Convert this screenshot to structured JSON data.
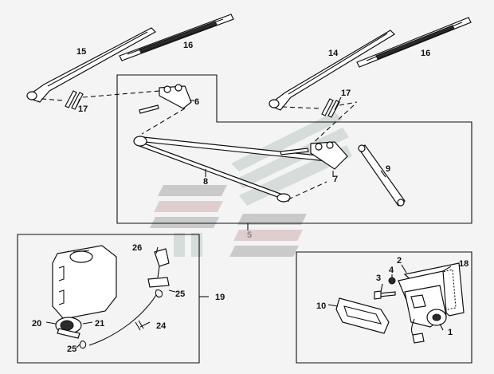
{
  "diagram": {
    "labels": {
      "arm_left": "15",
      "blade_left": "16",
      "clip_left": "17",
      "pivot_left": "6",
      "arm_right": "14",
      "blade_right": "16",
      "clip_right": "17",
      "linkage_rod": "8",
      "link_arm": "9",
      "pivot_right": "7",
      "linkage_group": "5",
      "nozzle": "26",
      "nozzle_clip": "25",
      "reservoir_group": "19",
      "pump": "20",
      "pump_seal": "21",
      "hose": "24",
      "hose_clip": "25",
      "gasket": "2",
      "motor_frame": "18",
      "screw": "3",
      "nut": "4",
      "cover": "10",
      "motor": "1"
    },
    "colors": {
      "line": "#111111",
      "watermark_grey": "#9a9a9a",
      "watermark_pink": "#c9aaaa",
      "watermark_green": "#b9c7c4",
      "background": "#f4f4f4"
    }
  }
}
